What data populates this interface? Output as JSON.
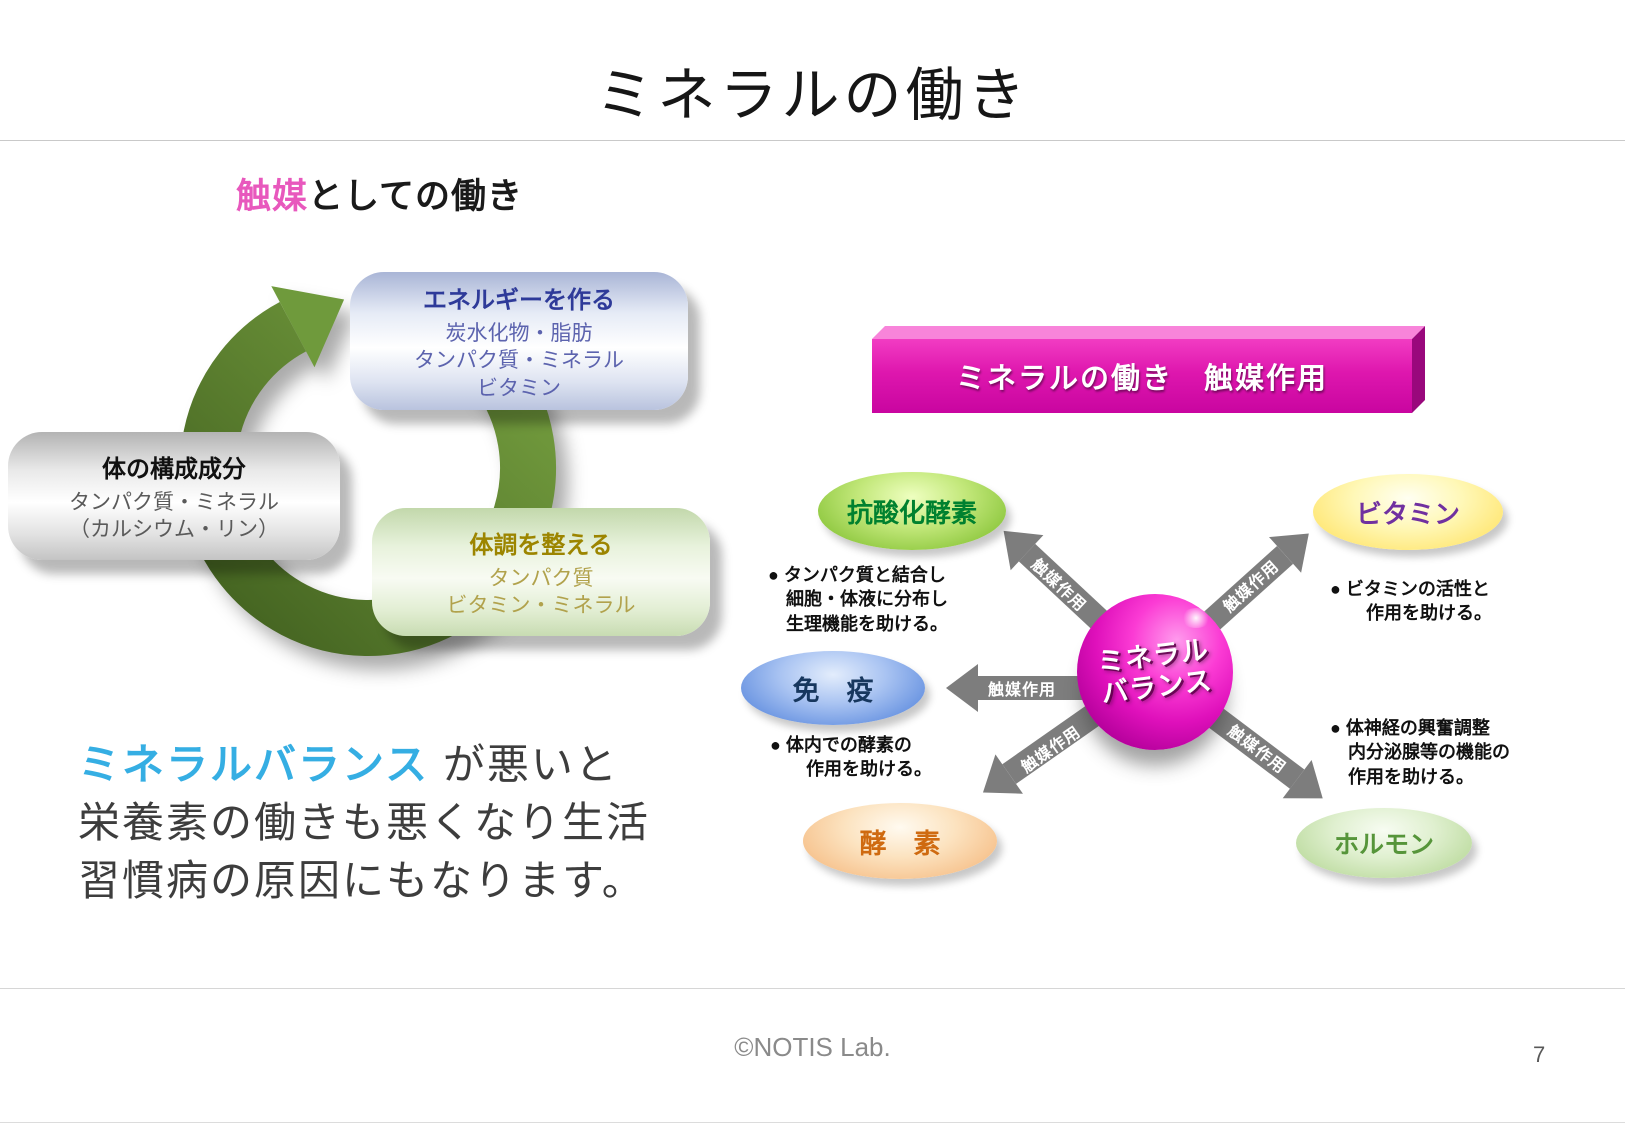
{
  "title": "ミネラルの働き",
  "subtitle": {
    "highlight": "触媒",
    "rest": "としての働き"
  },
  "cycle": {
    "energy_box": {
      "title": "エネルギーを作る",
      "lines": [
        "炭水化物・脂肪",
        "タンパク質・ミネラル",
        "ビタミン"
      ]
    },
    "body_box": {
      "title": "体の構成成分",
      "lines": [
        "タンパク質・ミネラル",
        "（カルシウム・リン）"
      ]
    },
    "condition_box": {
      "title": "体調を整える",
      "lines": [
        "タンパク質",
        "ビタミン・ミネラル"
      ]
    }
  },
  "message": {
    "highlight": "ミネラルバランス",
    "line1_rest": " が悪いと",
    "line2": "栄養素の働きも悪くなり生活",
    "line3": "習慣病の原因にもなります。"
  },
  "catalyst": {
    "banner": "ミネラルの働き　触媒作用",
    "center": {
      "line1": "ミネラル",
      "line2": "バランス"
    },
    "arrow_label": "触媒作用",
    "nodes": {
      "antioxidant": "抗酸化酵素",
      "vitamin": "ビタミン",
      "immune": "免　疫",
      "enzyme": "酵　素",
      "hormone": "ホルモン"
    },
    "notes": {
      "antioxidant": [
        "● タンパク質と結合し",
        "　細胞・体液に分布し",
        "　生理機能を助ける。"
      ],
      "vitamin": [
        "● ビタミンの活性と",
        "　　作用を助ける。"
      ],
      "immune": [
        "● 体内での酵素の",
        "　　作用を助ける。"
      ],
      "hormone": [
        "● 体神経の興奮調整",
        "　内分泌腺等の機能の",
        "　作用を助ける。"
      ]
    }
  },
  "footer": {
    "copyright": "©NOTIS Lab.",
    "page_number": "7"
  },
  "colors": {
    "subtitle_highlight": "#e858bd",
    "message_highlight": "#35aee3",
    "banner_magenta": "#d60da6",
    "sphere_magenta": "#df10bb",
    "cycle_green": "#5d8130",
    "arrow_gray": "#7d7d7d"
  }
}
